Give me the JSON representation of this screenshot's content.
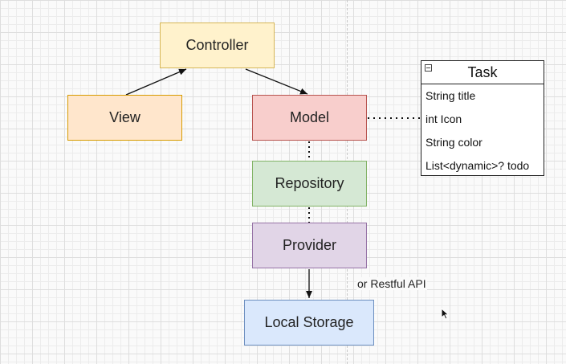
{
  "diagram": {
    "nodes": {
      "controller": "Controller",
      "view": "View",
      "model": "Model",
      "repository": "Repository",
      "provider": "Provider",
      "local_storage": "Local Storage"
    },
    "edge_label": "or Restful API",
    "class": {
      "name": "Task",
      "fields": [
        "String title",
        "int Icon",
        "String color",
        "List<dynamic>? todo"
      ]
    }
  },
  "colors": {
    "controller_fill": "#fff2cc",
    "view_fill": "#ffe6cc",
    "model_fill": "#f8cecc",
    "repository_fill": "#d5e8d4",
    "provider_fill": "#e1d5e7",
    "storage_fill": "#dae8fc"
  }
}
